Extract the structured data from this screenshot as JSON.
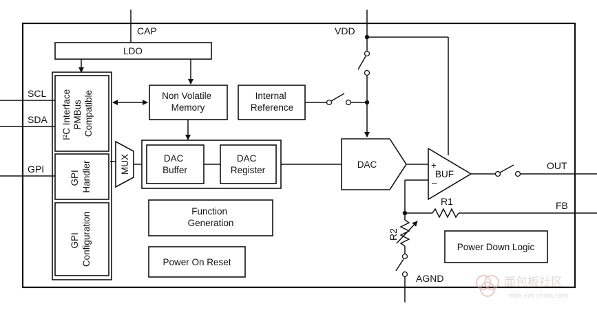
{
  "pins": {
    "cap": "CAP",
    "vdd": "VDD",
    "scl": "SCL",
    "sda": "SDA",
    "gpi": "GPI",
    "out": "OUT",
    "fb": "FB",
    "agnd": "AGND"
  },
  "blocks": {
    "ldo": "LDO",
    "i2c_interface": [
      "I²C Interface",
      "PMBus",
      "Compatible"
    ],
    "gpi_handler": [
      "GPI",
      "Handler"
    ],
    "gpi_configuration": [
      "GPI",
      "Configuration"
    ],
    "mux": "MUX",
    "nvm": [
      "Non Volatile",
      "Memory"
    ],
    "internal_reference": [
      "Internal",
      "Reference"
    ],
    "dac_buffer": [
      "DAC",
      "Buffer"
    ],
    "dac_register": [
      "DAC",
      "Register"
    ],
    "function_generation": [
      "Function",
      "Generation"
    ],
    "power_on_reset": "Power On Reset",
    "power_down_logic": "Power Down Logic",
    "dac": "DAC",
    "buf": "BUF",
    "buf_plus": "+",
    "buf_minus": "–",
    "r1": "R1",
    "r2": "R2"
  },
  "watermark": {
    "name": "面包板社区",
    "url": "mbb.eet-china.com"
  }
}
